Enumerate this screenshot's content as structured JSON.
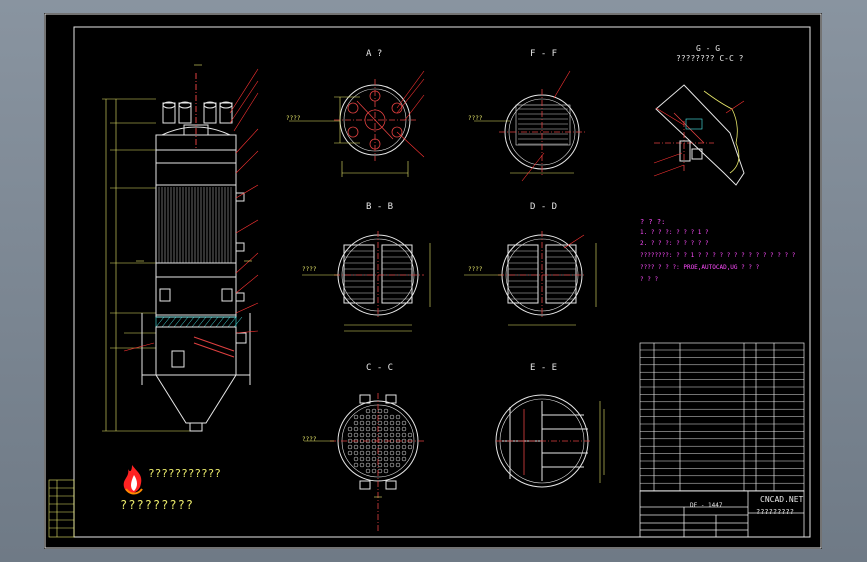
{
  "sections": {
    "a": "A ?",
    "f": "F - F",
    "g": "G - G",
    "g_sub": "????????  C-C  ?",
    "b": "B - B",
    "d": "D - D",
    "c": "C - C",
    "e": "E - E"
  },
  "dims": {
    "a": "????",
    "f": "????",
    "b": "????",
    "d": "????",
    "c": "????"
  },
  "notes": {
    "title": "? ? ?:",
    "line1": "1. ? ? ?: ? ? ? 1 ?",
    "line2": "2. ? ? ?: ? ? ? ? ?",
    "line3": "????????: ? ? 1 ? ? ? ? ? ? ? ? ? ? ? ? ? ?",
    "line4": "???? ? ? ?: PROE,AUTOCAD,UG ? ? ?",
    "line5": "? ? ?"
  },
  "logo_text": "???????????",
  "logo_sub": "?????????",
  "title_block": {
    "code": "CNCAD.NET",
    "subtitle": "?????????",
    "drawing_no": "DF - 1447"
  },
  "colors": {
    "sheet": "#000000",
    "outline": "#e6e6e6",
    "centerline": "#e04040",
    "dimension": "#e8e86a",
    "leader": "#ff3333",
    "hatch": "#4ef0f0",
    "notes": "#ff4cff"
  }
}
